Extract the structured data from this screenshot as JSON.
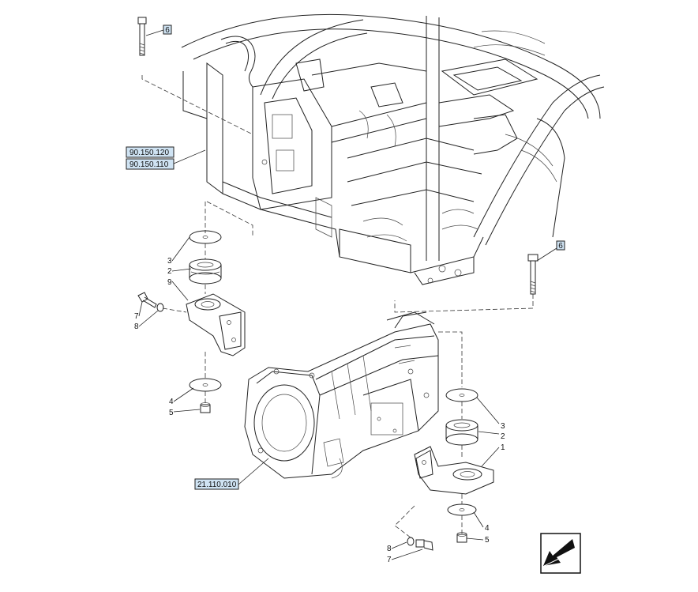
{
  "callouts": {
    "c1": "1",
    "c2a": "2",
    "c2b": "2",
    "c3a": "3",
    "c3b": "3",
    "c4a": "4",
    "c4b": "4",
    "c5a": "5",
    "c5b": "5",
    "c7a": "7",
    "c7b": "7",
    "c8a": "8",
    "c8b": "8",
    "c9": "9"
  },
  "references": {
    "ref1": "90.150.120",
    "ref2": "90.150.110",
    "ref3": "21.110.010",
    "marker_top": "6",
    "marker_right": "6"
  },
  "colors": {
    "line": "#222222",
    "ref_fill": "#cfe3f3",
    "nav_fill": "#111111"
  },
  "icons": {
    "nav": "arrow-down-left-icon"
  }
}
